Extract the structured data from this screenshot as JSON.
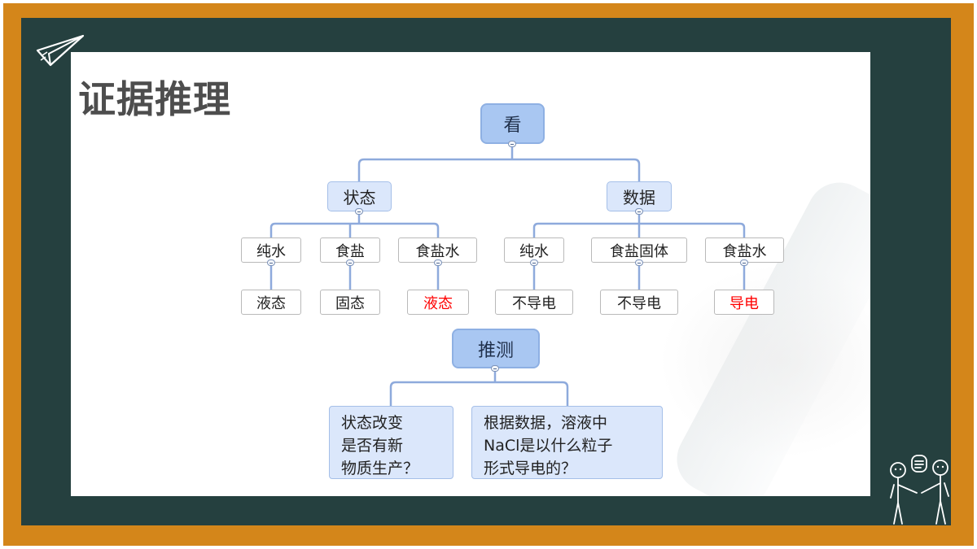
{
  "title": "证据推理",
  "look": {
    "root": "看",
    "state": {
      "label": "状态",
      "items": [
        {
          "name": "纯水",
          "result": "液态",
          "highlight": false
        },
        {
          "name": "食盐",
          "result": "固态",
          "highlight": false
        },
        {
          "name": "食盐水",
          "result": "液态",
          "highlight": true
        }
      ]
    },
    "data": {
      "label": "数据",
      "items": [
        {
          "name": "纯水",
          "result": "不导电",
          "highlight": false
        },
        {
          "name": "食盐固体",
          "result": "不导电",
          "highlight": false
        },
        {
          "name": "食盐水",
          "result": "导电",
          "highlight": true
        }
      ]
    }
  },
  "infer": {
    "root": "推测",
    "q1": [
      "状态改变",
      "是否有新",
      "物质生产？"
    ],
    "q2": [
      "根据数据，溶液中",
      "NaCl是以什么粒子",
      "形式导电的？"
    ]
  },
  "colors": {
    "frame": "#d4861a",
    "board": "#25403f",
    "node_root": "#a9c7f2",
    "node_l1": "#dbe7fb",
    "line": "#8eaadc",
    "highlight": "#ff0000"
  },
  "icons": {
    "top_left": "paper-airplane-icon",
    "bottom_right": "two-people-chatting-icon"
  }
}
